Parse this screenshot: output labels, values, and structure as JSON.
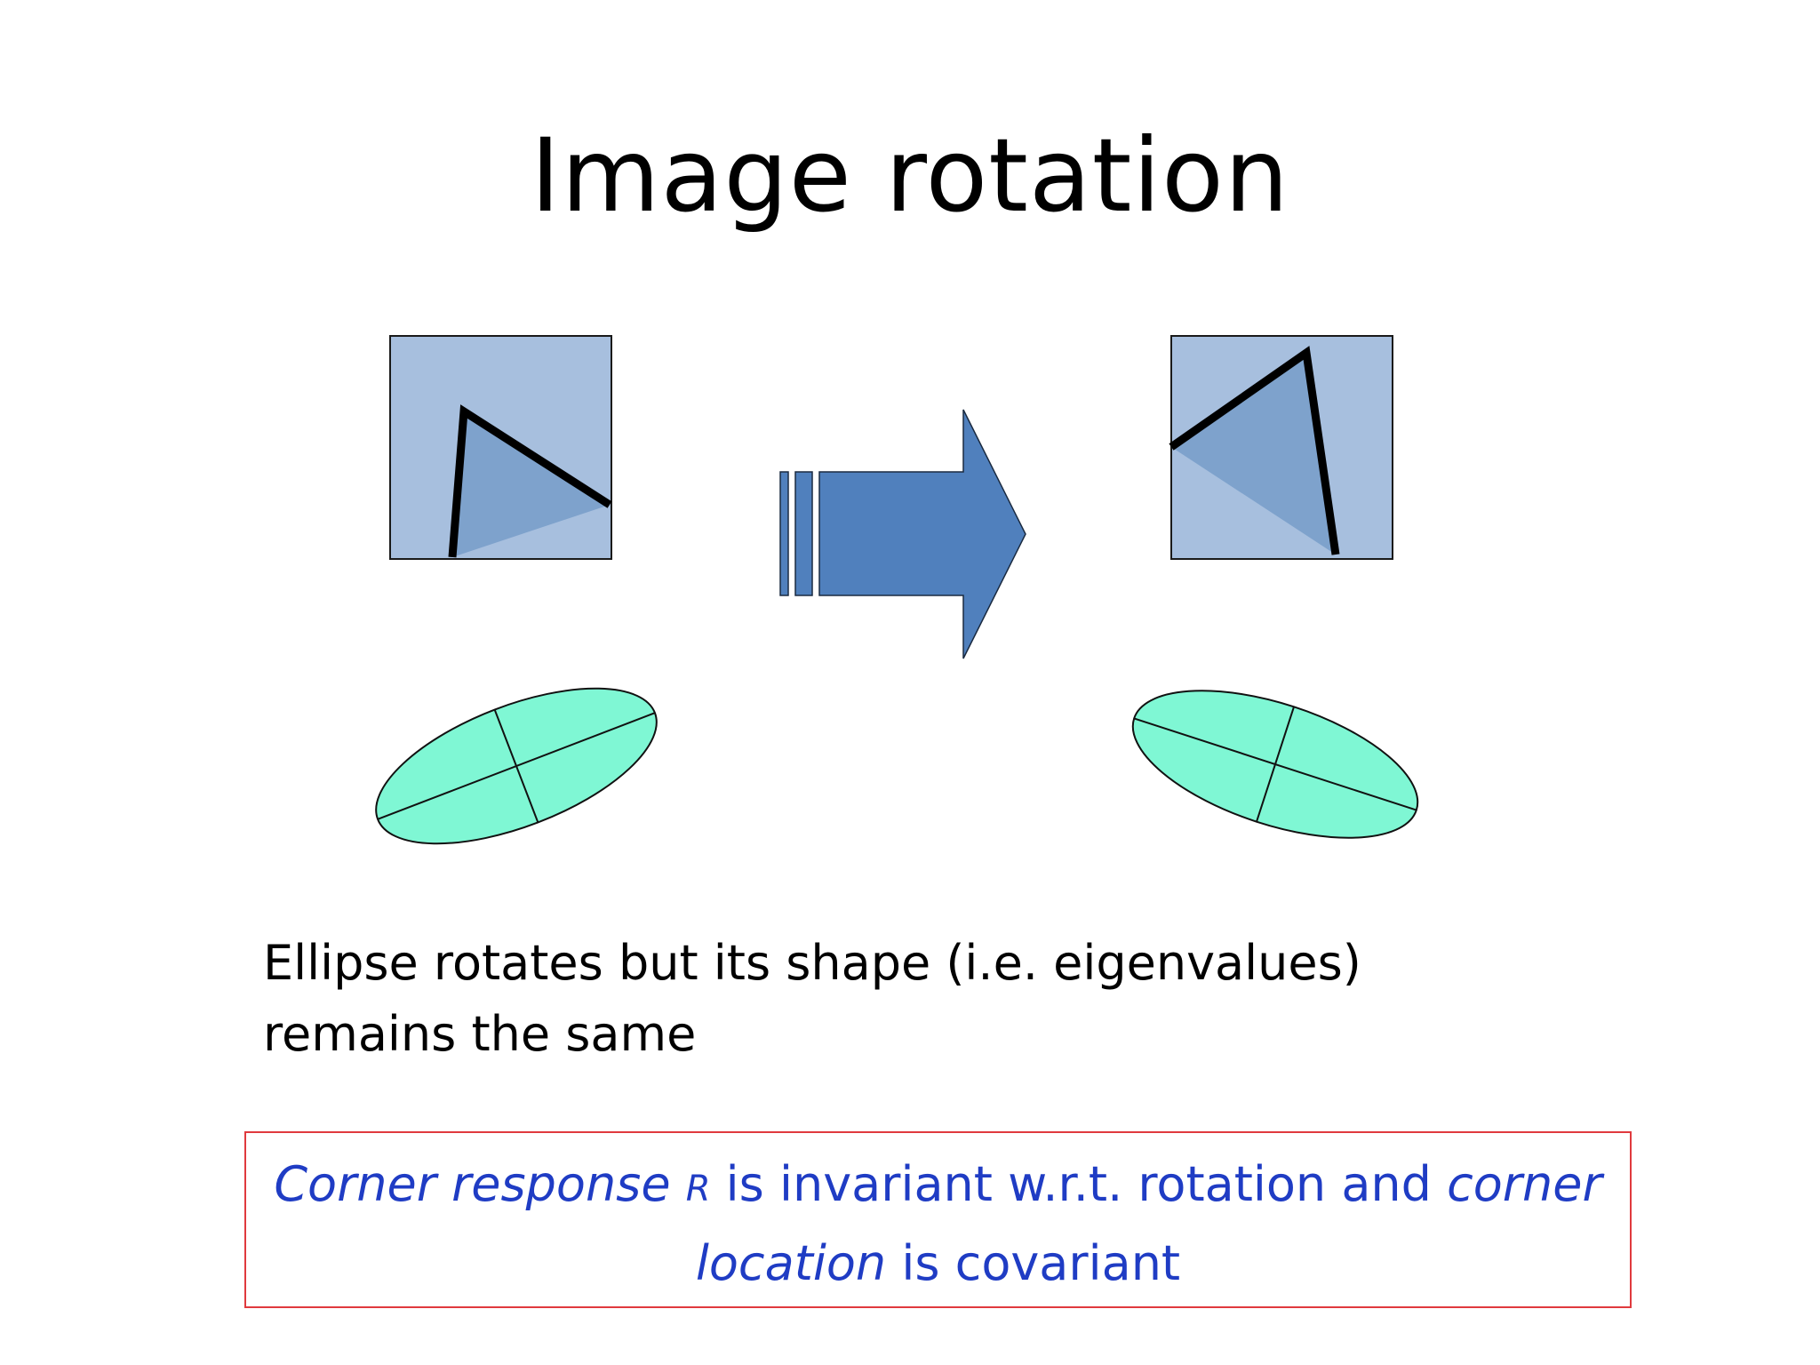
{
  "slide": {
    "title": "Image rotation"
  },
  "caption": {
    "line1": "Ellipse rotates but its shape (i.e. eigenvalues)",
    "line2": "remains the same"
  },
  "note": {
    "part1_italic": "Corner response ",
    "part2_italic_small": "R",
    "part3": " is invariant w.r.t. rotation and ",
    "part4_italic": "corner",
    "part5_italic": "location",
    "part6": " is covariant"
  },
  "colors": {
    "square_fill": "#a7bfde",
    "triangle_fill": "#7ea2cc",
    "arrow_fill": "#5080bd",
    "ellipse_fill": "#7ff7d4",
    "note_border": "#e03a3e",
    "note_text": "#1f3cc4"
  }
}
